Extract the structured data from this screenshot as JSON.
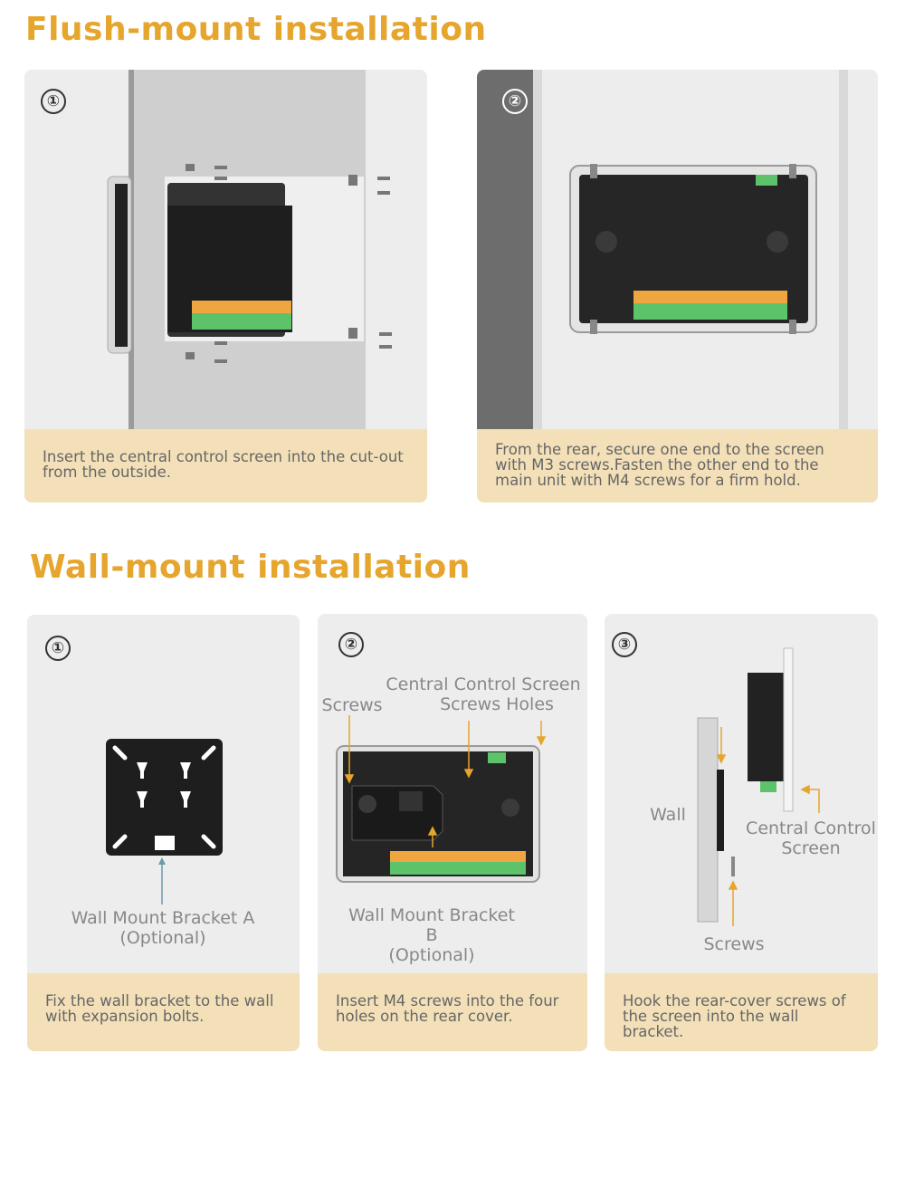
{
  "flush": {
    "title": "Flush-mount installation",
    "steps": [
      {
        "num": "①",
        "caption": "Insert the central control screen into the cut-out from the outside."
      },
      {
        "num": "②",
        "caption": "From the rear, secure one end to the screen with M3 screws.Fasten the other end to the main unit with M4 screws for a firm hold."
      }
    ]
  },
  "wall": {
    "title": "Wall-mount installation",
    "steps": [
      {
        "num": "①",
        "caption": "Fix the wall bracket to the wall with expansion bolts.",
        "labels": {
          "bracket_a_line1": "Wall Mount Bracket A",
          "bracket_a_line2": "(Optional)"
        }
      },
      {
        "num": "②",
        "caption": "Insert M4 screws into the four holes on the rear cover.",
        "labels": {
          "screws": "Screws",
          "ccs_line1": "Central Control Screen",
          "ccs_line2": "Screws Holes",
          "bracket_b_line1": "Wall Mount Bracket B",
          "bracket_b_line2": "(Optional)"
        }
      },
      {
        "num": "③",
        "caption": "Hook the rear-cover screws of the screen into the wall bracket.",
        "labels": {
          "wall": "Wall",
          "ccs_line1": "Central Control",
          "ccs_line2": "Screen",
          "screws": "Screws"
        }
      }
    ]
  },
  "colors": {
    "accent": "#e6a52c",
    "caption_bg": "#f3e0b8",
    "card_bg": "#ededed",
    "device": "#1f1f1f",
    "terminal_green": "#5cc36a",
    "terminal_orange": "#f0a640"
  }
}
